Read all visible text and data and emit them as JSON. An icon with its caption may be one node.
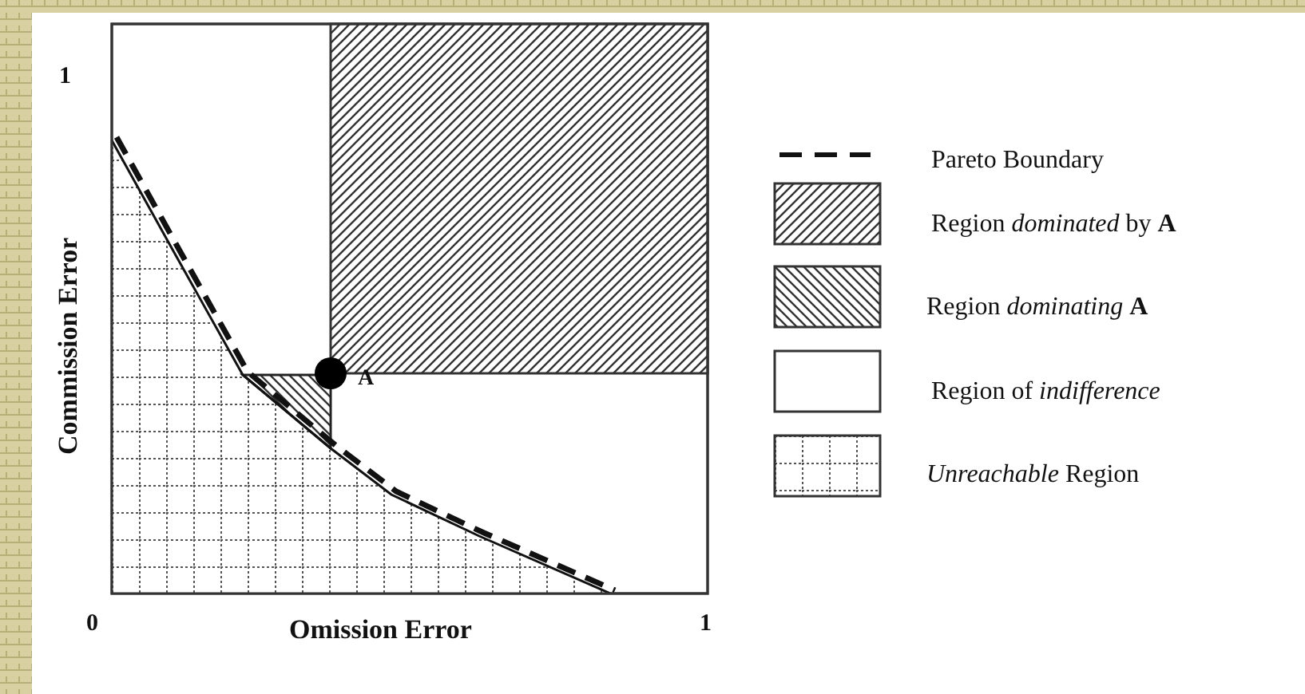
{
  "diagram": {
    "labels": [
      "1",
      "Commission Error",
      "A",
      "0",
      "Omission Error",
      "1"
    ],
    "legend": [
      {
        "text": "Pareto Boundary"
      },
      {
        "text": "Region *dominated* by **A**"
      },
      {
        "text": "Region *dominating* **A**"
      },
      {
        "text": "Region of *indifference*"
      },
      {
        "text": "*Unreachable* Region"
      }
    ]
  }
}
